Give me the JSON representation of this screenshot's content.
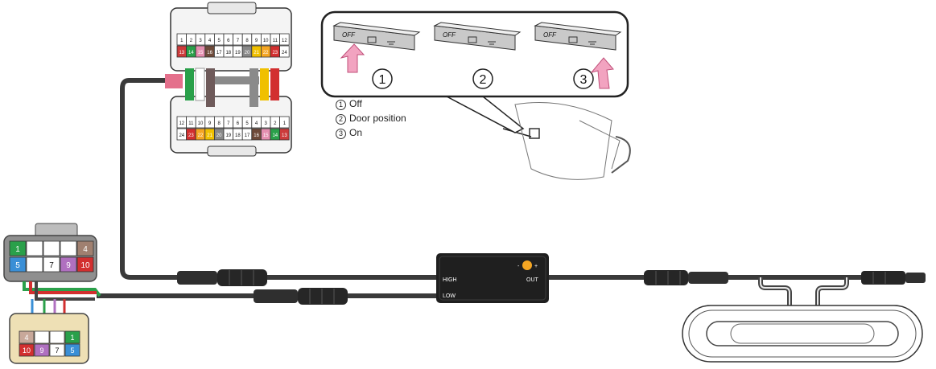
{
  "connector_top": {
    "row1": [
      "1",
      "2",
      "3",
      "4",
      "5",
      "6",
      "7",
      "8",
      "9",
      "10",
      "11",
      "12"
    ],
    "row2": [
      "13",
      "14",
      "15",
      "16",
      "17",
      "18",
      "19",
      "20",
      "21",
      "22",
      "23",
      "24"
    ],
    "row2_colors": [
      "#cc3b3b",
      "#2aa04a",
      "#e58fb0",
      "#6e4a3a",
      "",
      "",
      "",
      "#888888",
      "#f0c000",
      "#f5a623",
      "#d22f2f",
      ""
    ]
  },
  "connector_bottom": {
    "row1": [
      "12",
      "11",
      "10",
      "9",
      "8",
      "7",
      "6",
      "5",
      "4",
      "3",
      "2",
      "1"
    ],
    "row2": [
      "24",
      "23",
      "22",
      "21",
      "20",
      "19",
      "18",
      "17",
      "16",
      "15",
      "14",
      "13"
    ]
  },
  "left_upper_connector": {
    "top_row": [
      "1",
      "",
      "",
      "",
      "4"
    ],
    "bottom_row": [
      "5",
      "",
      "7",
      "9",
      "10"
    ],
    "colors": {
      "1": "#2aa04a",
      "4": "#a08070",
      "5": "#3a8fd6",
      "9": "#b070c0",
      "10": "#d22f2f"
    }
  },
  "left_lower_connector": {
    "top_row": [
      "4",
      "",
      "",
      "1"
    ],
    "bottom_row": [
      "10",
      "9",
      "7",
      "5"
    ]
  },
  "switch_panel": {
    "off_label": "OFF",
    "positions": [
      "1",
      "2",
      "3"
    ]
  },
  "legend": [
    {
      "num": "1",
      "label": "Off"
    },
    {
      "num": "2",
      "label": "Door position"
    },
    {
      "num": "3",
      "label": "On"
    }
  ],
  "module": {
    "high_label": "HIGH",
    "low_label": "LOW",
    "out_label": "OUT",
    "minus": "-",
    "plus": "+"
  }
}
